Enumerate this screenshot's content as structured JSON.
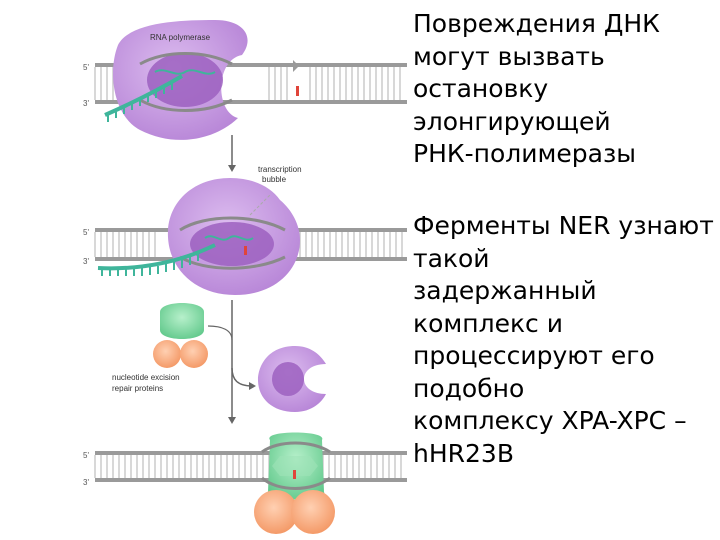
{
  "diagram": {
    "labels": {
      "rna_polymerase": "RNA polymerase",
      "transcription_bubble_1": "transcription",
      "transcription_bubble_2": "bubble",
      "ner_proteins_1": "nucleotide excision",
      "ner_proteins_2": "repair proteins",
      "five_prime": "5'",
      "three_prime": "3'"
    },
    "colors": {
      "polymerase": "#c79ce0",
      "polymerase_dark": "#9c60bf",
      "rna": "#3fb59b",
      "ner_green": "#7ed7a2",
      "ner_orange": "#f7a679",
      "damage": "#e0443a",
      "dna": "#8a8a8a"
    }
  },
  "text": {
    "paragraph1": [
      "Повреждения ДНК",
      "могут вызвать",
      "остановку",
      "элонгирующей",
      "РНК-полимеразы"
    ],
    "paragraph2": [
      "Ферменты NER узнают",
      "такой",
      "задержанный",
      "комплекс и",
      "процессируют его",
      "подобно",
      "комплексу XPA-XPC –",
      "hHR23B"
    ]
  }
}
